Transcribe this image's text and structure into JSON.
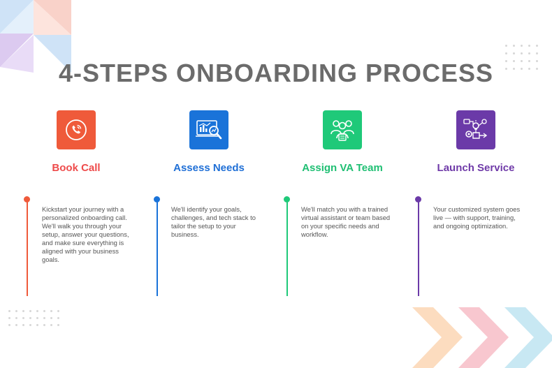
{
  "title": "4-STEPS ONBOARDING PROCESS",
  "steps": [
    {
      "title": "Book Call",
      "description": "Kickstart your journey with a personalized onboarding call. We'll walk you through your setup, answer your questions, and make sure everything is aligned with your business goals.",
      "color": "#ef5a3a",
      "text_color": "#ee4b4b",
      "icon": "phone-call-icon"
    },
    {
      "title": "Assess Needs",
      "description": "We'll identify your goals, challenges, and tech stack to tailor the setup to your business.",
      "color": "#1a73d9",
      "text_color": "#1f6fd6",
      "icon": "analytics-magnifier-icon"
    },
    {
      "title": "Assign VA Team",
      "description": "We'll match you with a trained virtual assistant or team based on your specific needs and workflow.",
      "color": "#1fc979",
      "text_color": "#1fbf73",
      "icon": "team-icon"
    },
    {
      "title": "Launch Service",
      "description": "Your customized system goes live — with support, training, and ongoing optimization.",
      "color": "#6b3aa8",
      "text_color": "#6f3aa8",
      "icon": "launch-system-icon"
    }
  ],
  "decor": {
    "chevron_colors": [
      "#fcdcbf",
      "#f8c7cf",
      "#c8e8f3"
    ],
    "triangle_colors": [
      "#f9d2c9",
      "#cfe3f7",
      "#dccaf0"
    ]
  }
}
